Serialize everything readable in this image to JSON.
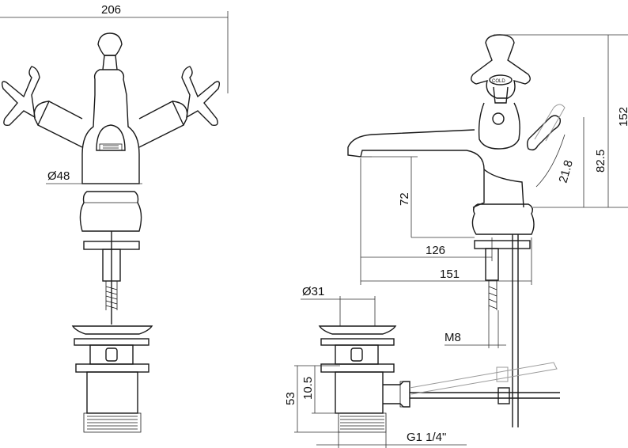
{
  "dimensions": {
    "overall_width": "206",
    "base_diameter": "Ø48",
    "total_height": "152",
    "lever_height": "82.5",
    "lever_angle": "21.8",
    "spout_height": "72",
    "spout_reach_inner": "126",
    "spout_reach_outer": "151",
    "waste_head_diameter": "Ø31",
    "stud_thread": "M8",
    "waste_flange_thickness": "10.5",
    "waste_depth": "53",
    "waste_thread": "G1 1/4\""
  },
  "handle_labels": {
    "cold_badge": "COLD"
  }
}
